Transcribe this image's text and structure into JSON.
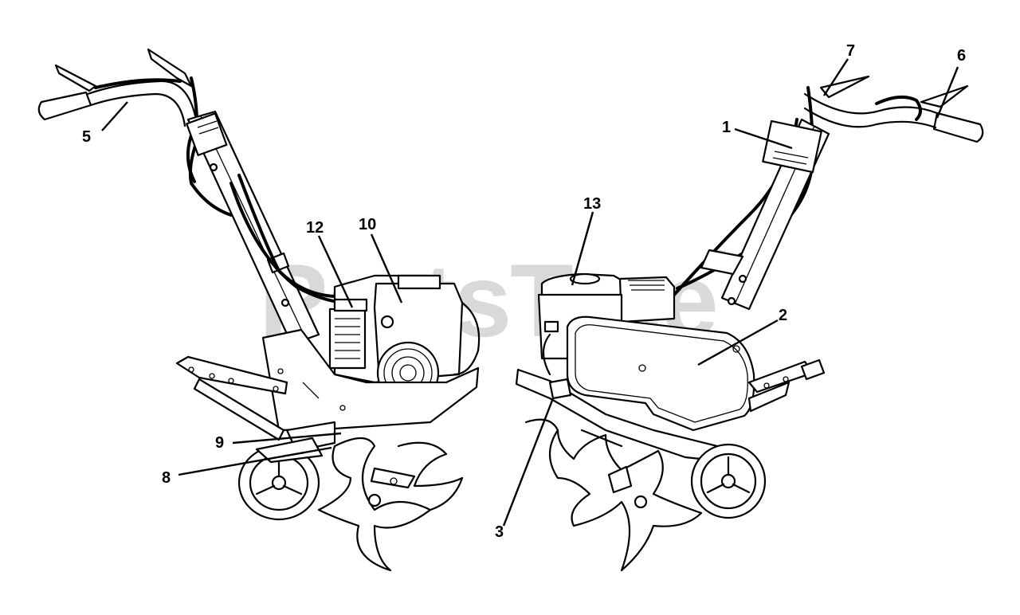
{
  "watermark": {
    "text": "PartsTree",
    "trademark": "™"
  },
  "callouts": [
    {
      "id": "1",
      "label": "1"
    },
    {
      "id": "2",
      "label": "2"
    },
    {
      "id": "3",
      "label": "3"
    },
    {
      "id": "5",
      "label": "5"
    },
    {
      "id": "6",
      "label": "6"
    },
    {
      "id": "7",
      "label": "7"
    },
    {
      "id": "8",
      "label": "8"
    },
    {
      "id": "9",
      "label": "9"
    },
    {
      "id": "10",
      "label": "10"
    },
    {
      "id": "12",
      "label": "12"
    },
    {
      "id": "13",
      "label": "13"
    }
  ],
  "colors": {
    "ink": "#000000",
    "paper": "#ffffff",
    "watermark": "#d9d9d9"
  }
}
